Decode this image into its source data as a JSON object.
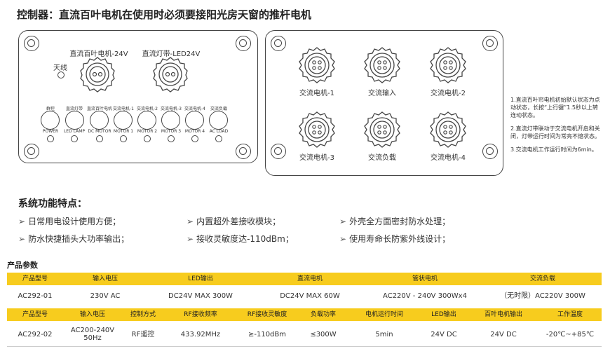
{
  "title": "控制器：直流百叶电机在使用时必须要接阳光房天窗的推杆电机",
  "left_panel": {
    "dc_motor_label": "直流百叶电机-24V",
    "led_label": "直流灯带-LED24V",
    "antenna_label": "天线",
    "buttons": [
      {
        "cn": "群控",
        "en": "POWER"
      },
      {
        "cn": "直流灯带",
        "en": "LED LAMP"
      },
      {
        "cn": "直流百叶电机",
        "en": "DC MOTOR"
      },
      {
        "cn": "交流电机-1",
        "en": "MOTOR 1"
      },
      {
        "cn": "交流电机-2",
        "en": "MOTOR 2"
      },
      {
        "cn": "交流电机-3",
        "en": "MOTOR 3"
      },
      {
        "cn": "交流电机-4",
        "en": "MOTOR 4"
      },
      {
        "cn": "交流负载",
        "en": "AC LOAD"
      }
    ]
  },
  "right_panel": {
    "connectors": [
      "交流电机-1",
      "交流输入",
      "交流电机-2",
      "交流电机-3",
      "交流负载",
      "交流电机-4"
    ]
  },
  "notes": [
    "1.直流百叶帘电机初始默认状态为点动状态，长按“上行键”1.5秒以上转连动状态。",
    "2.直流灯带联动于交流电机开启和关闭，灯带运行时间为常亮不熄状态。",
    "3.交流电机工作运行时间为6min。"
  ],
  "features": {
    "title": "系统功能特点：",
    "items": [
      "日常用电设计使用方便；",
      "内置超外差接收模块；",
      "外壳全方面密封防水处理；",
      "防水快捷插头大功率输出；",
      "接收灵敏度达-110dBm；",
      "使用寿命长防紫外线设计；"
    ]
  },
  "params": {
    "title": "产品参数",
    "table1": {
      "headers": [
        "产品型号",
        "输入电压",
        "LED输出",
        "直流电机",
        "管状电机",
        "交流负载"
      ],
      "row": [
        "AC292-01",
        "230V AC",
        "DC24V MAX 300W",
        "DC24V MAX 60W",
        "AC220V - 240V 300Wx4",
        "（无时限）AC220V 300W"
      ]
    },
    "table2": {
      "headers": [
        "产品型号",
        "输入电压",
        "控制方式",
        "RF接收频率",
        "RF接收灵敏度",
        "负载功率",
        "电机运行时间",
        "LED输出",
        "百叶电机输出",
        "工作温度"
      ],
      "row": [
        "AC292-02",
        "AC200-240V 50Hz",
        "RF遥控",
        "433.92MHz",
        "≥-110dBm",
        "≤300W",
        "5min",
        "24V DC",
        "24V DC",
        "-20℃~+85℃"
      ]
    }
  }
}
